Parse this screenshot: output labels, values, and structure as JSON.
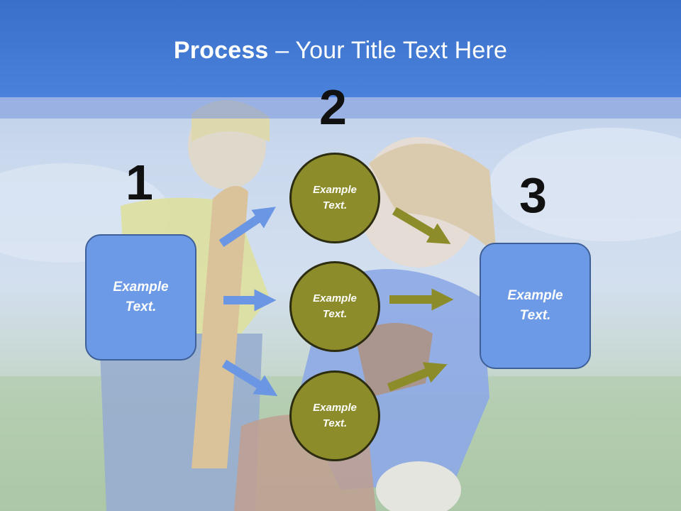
{
  "title": {
    "bold": "Process",
    "rest": " – Your Title Text Here"
  },
  "steps": {
    "one": "1",
    "two": "2",
    "three": "3"
  },
  "left_box": {
    "line1": "Example",
    "line2": "Text."
  },
  "right_box": {
    "line1": "Example",
    "line2": "Text."
  },
  "circles": [
    {
      "line1": "Example",
      "line2": "Text."
    },
    {
      "line1": "Example",
      "line2": "Text."
    },
    {
      "line1": "Example",
      "line2": "Text."
    }
  ],
  "colors": {
    "header": "#4a82db",
    "box_fill": "#6d9ae6",
    "circle_fill": "#8c8c2a",
    "blue_arrow": "#6a96e3",
    "olive_arrow": "#8c8c2a"
  }
}
